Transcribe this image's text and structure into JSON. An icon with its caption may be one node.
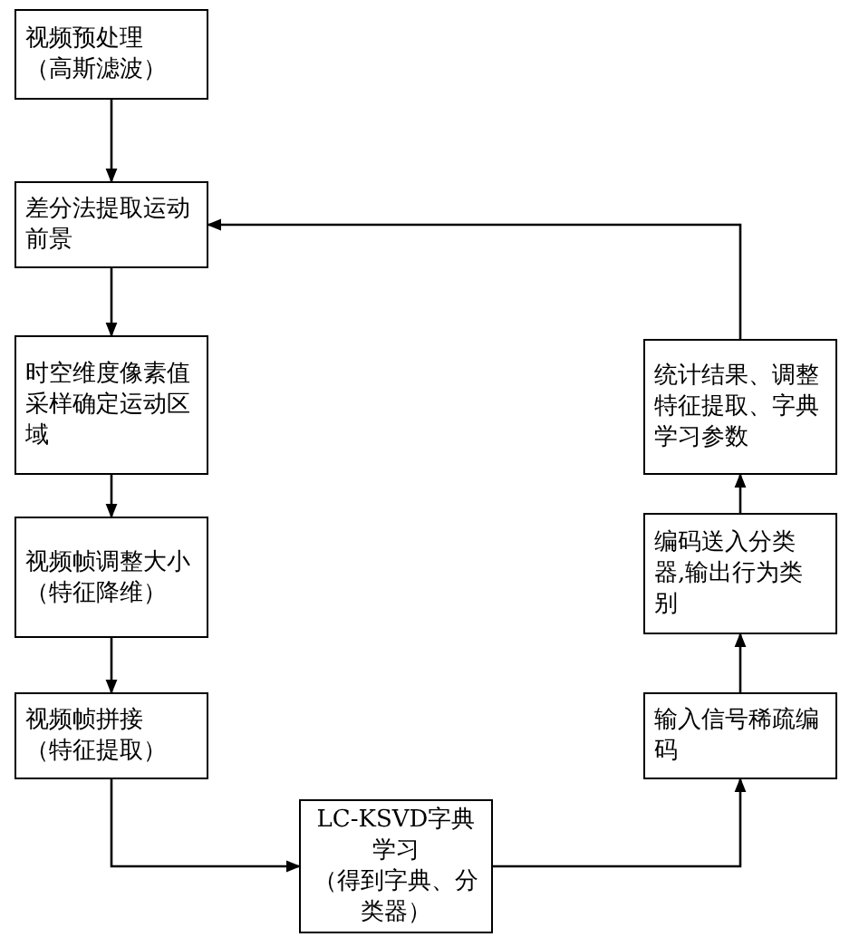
{
  "diagram": {
    "nodes": [
      {
        "text": [
          "视频预处理",
          "（高斯滤波）"
        ]
      },
      {
        "text": [
          "差分法提取运动前景"
        ]
      },
      {
        "text": [
          "时空维度像素值采样确定运动区域"
        ]
      },
      {
        "text": [
          "视频帧调整大小",
          "（特征降维）"
        ]
      },
      {
        "text": [
          "视频帧拼接",
          "（特征提取）"
        ]
      },
      {
        "text": [
          "LC-KSVD字典学习",
          "（得到字典、分类器）"
        ]
      },
      {
        "text": [
          "输入信号稀疏编码"
        ]
      },
      {
        "text": [
          "编码送入分类器,输出行为类别"
        ]
      },
      {
        "text": [
          "统计结果、调整特征提取、字典学习参数"
        ]
      }
    ],
    "edges": [
      {
        "from": 0,
        "to": 1,
        "arrow": "to"
      },
      {
        "from": 1,
        "to": 2,
        "arrow": "to"
      },
      {
        "from": 2,
        "to": 3,
        "arrow": "to"
      },
      {
        "from": 3,
        "to": 4,
        "arrow": "to"
      },
      {
        "from": 4,
        "to": 5,
        "arrow": "to"
      },
      {
        "from": 5,
        "to": 6,
        "arrow": "to"
      },
      {
        "from": 6,
        "to": 7,
        "arrow": "to"
      },
      {
        "from": 7,
        "to": 8,
        "arrow": "to"
      },
      {
        "from": 8,
        "to": 1,
        "arrow": "to"
      }
    ]
  }
}
